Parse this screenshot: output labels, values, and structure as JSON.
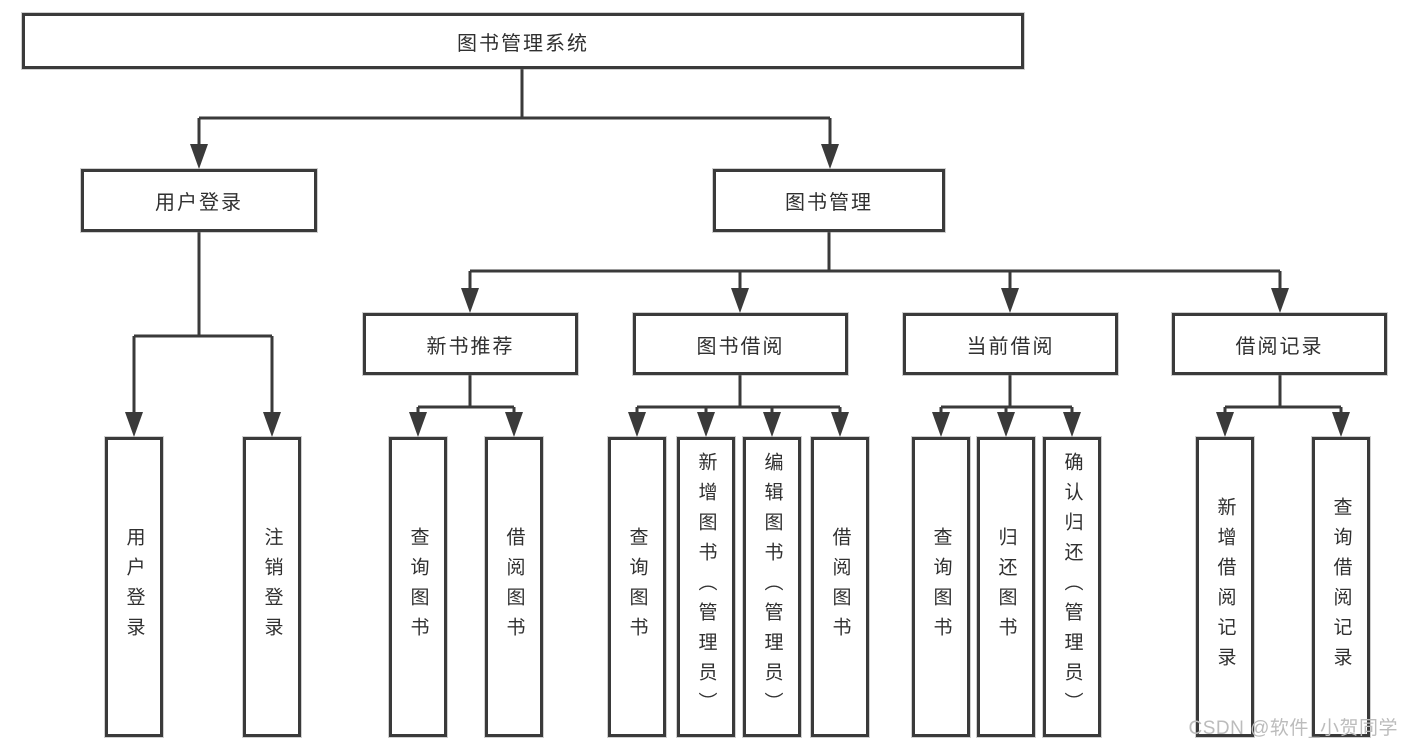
{
  "diagram_title": "图书管理系统",
  "tree": {
    "label": "图书管理系统",
    "children": [
      {
        "label": "用户登录",
        "children": [
          {
            "label": "用户登录"
          },
          {
            "label": "注销登录"
          }
        ]
      },
      {
        "label": "图书管理",
        "children": [
          {
            "label": "新书推荐",
            "children": [
              {
                "label": "查询图书"
              },
              {
                "label": "借阅图书"
              }
            ]
          },
          {
            "label": "图书借阅",
            "children": [
              {
                "label": "查询图书"
              },
              {
                "label": "新增图书（管理员）"
              },
              {
                "label": "编辑图书（管理员）"
              },
              {
                "label": "借阅图书"
              }
            ]
          },
          {
            "label": "当前借阅",
            "children": [
              {
                "label": "查询图书"
              },
              {
                "label": "归还图书"
              },
              {
                "label": "确认归还（管理员）"
              }
            ]
          },
          {
            "label": "借阅记录",
            "children": [
              {
                "label": "新增借阅记录"
              },
              {
                "label": "查询借阅记录"
              }
            ]
          }
        ]
      }
    ]
  },
  "watermark": {
    "text": "CSDN @软件_小贺同学"
  },
  "colors": {
    "line": "#3a3a3a",
    "box_border": "#3a3a3a",
    "text": "#303030",
    "watermark": "#bcbcbc",
    "background": "#ffffff"
  }
}
